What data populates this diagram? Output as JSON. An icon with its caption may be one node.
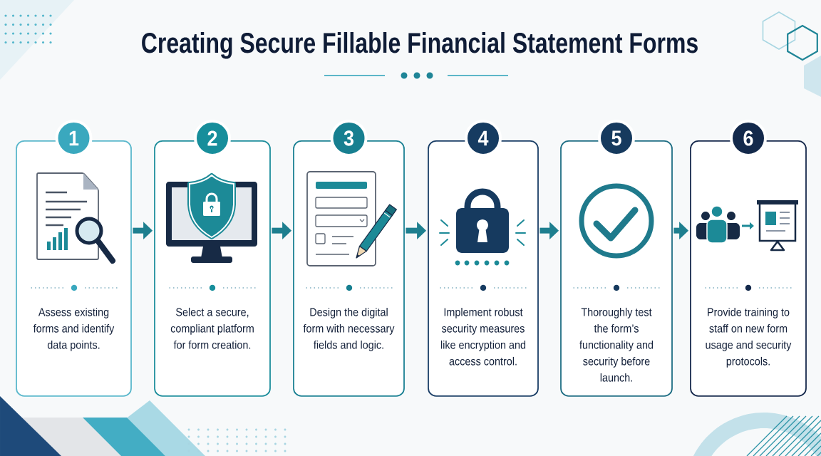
{
  "diagram": {
    "title": "Creating Secure Fillable Financial Statement Forms",
    "nodes": [
      {
        "text": [
          "1"
        ]
      },
      {
        "text": [
          "Assess existing forms and identify data points."
        ]
      },
      {
        "text": [
          "2"
        ]
      },
      {
        "text": [
          "Select a secure, compliant platform for form creation."
        ]
      },
      {
        "text": [
          "3"
        ]
      },
      {
        "text": [
          "Design the digital form with necessary fields and logic."
        ]
      },
      {
        "text": [
          "4"
        ]
      },
      {
        "text": [
          "Implement robust security measures like encryption and access control."
        ]
      },
      {
        "text": [
          "5"
        ]
      },
      {
        "text": [
          "Thoroughly test the form’s functionality and security before launch."
        ]
      },
      {
        "text": [
          "6"
        ]
      },
      {
        "text": [
          "Provide training to staff on new form usage and security protocols."
        ]
      }
    ],
    "edges": [
      {
        "from": 1,
        "to": 3,
        "arrow": "to"
      },
      {
        "from": 3,
        "to": 5,
        "arrow": "to"
      },
      {
        "from": 5,
        "to": 7,
        "arrow": "to"
      },
      {
        "from": 7,
        "to": 9,
        "arrow": "to"
      },
      {
        "from": 9,
        "to": 11,
        "arrow": "to"
      }
    ]
  }
}
